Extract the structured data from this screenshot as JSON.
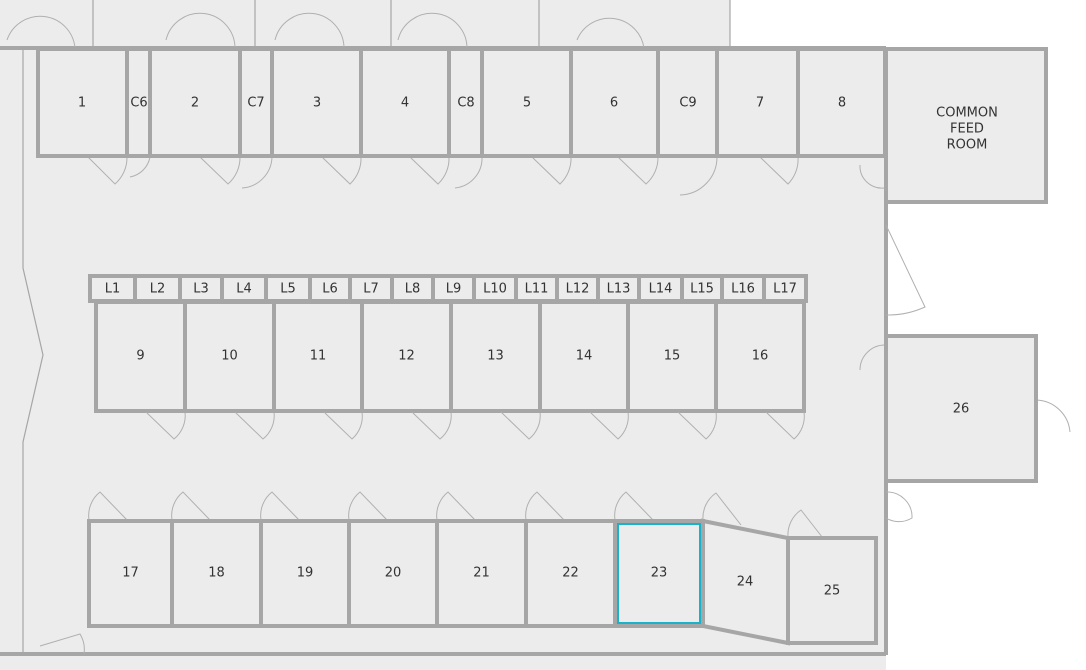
{
  "plan": {
    "top_rooms": [
      "1",
      "C6",
      "2",
      "C7",
      "3",
      "4",
      "C8",
      "5",
      "6",
      "C9",
      "7",
      "8"
    ],
    "feed_room": [
      "COMMON",
      "FEED",
      "ROOM"
    ],
    "lockers": [
      "L1",
      "L2",
      "L3",
      "L4",
      "L5",
      "L6",
      "L7",
      "L8",
      "L9",
      "L10",
      "L11",
      "L12",
      "L13",
      "L14",
      "L15",
      "L16",
      "L17"
    ],
    "middle_rooms": [
      "9",
      "10",
      "11",
      "12",
      "13",
      "14",
      "15",
      "16"
    ],
    "bottom_rooms": [
      "17",
      "18",
      "19",
      "20",
      "21",
      "22",
      "23"
    ],
    "room_24": "24",
    "room_25": "25",
    "room_26": "26",
    "selected_room": "23",
    "colors": {
      "floor": "#ececec",
      "wall": "#a6a6a6",
      "selection": "#19b3c9"
    }
  }
}
